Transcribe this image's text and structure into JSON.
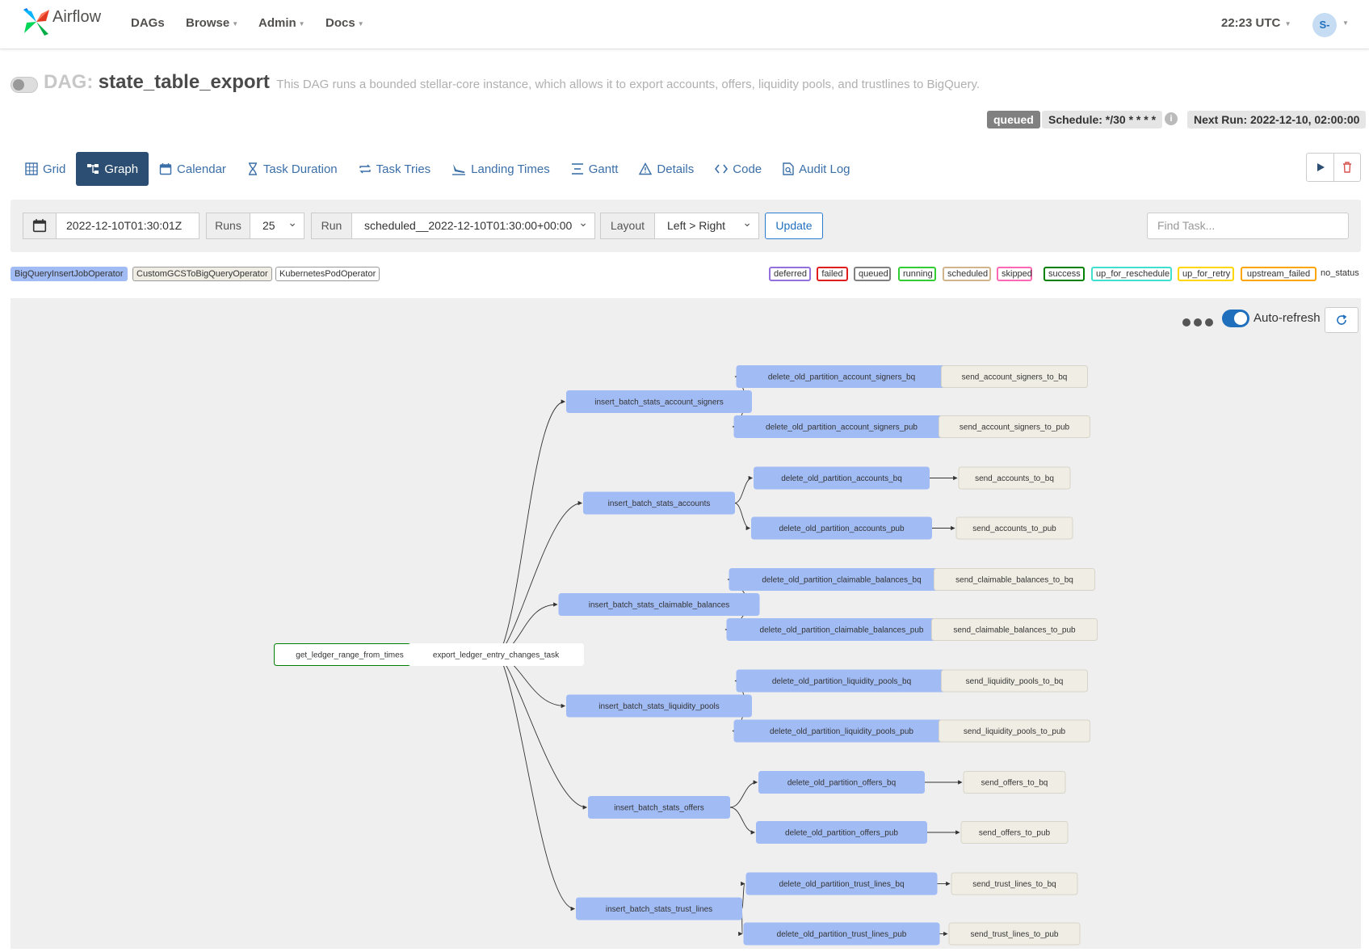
{
  "navbar": {
    "brand": "Airflow",
    "items": [
      "DAGs",
      "Browse",
      "Admin",
      "Docs"
    ],
    "time": "22:23 UTC",
    "user_initials": "S-"
  },
  "dag": {
    "label": "DAG:",
    "name": "state_table_export",
    "description": "This DAG runs a bounded stellar-core instance, which allows it to export accounts, offers, liquidity pools, and trustlines to BigQuery.",
    "state_badge": "queued",
    "schedule": "Schedule: */30 * * * *",
    "next_run": "Next Run: 2022-12-10, 02:00:00"
  },
  "tabs": [
    "Grid",
    "Graph",
    "Calendar",
    "Task Duration",
    "Task Tries",
    "Landing Times",
    "Gantt",
    "Details",
    "Code",
    "Audit Log"
  ],
  "filters": {
    "date": "2022-12-10T01:30:01Z",
    "runs_label": "Runs",
    "runs_value": "25",
    "run_label": "Run",
    "run_value": "scheduled__2022-12-10T01:30:00+00:00",
    "layout_label": "Layout",
    "layout_value": "Left > Right",
    "update_label": "Update",
    "search_placeholder": "Find Task..."
  },
  "operators": [
    "BigQueryInsertJobOperator",
    "CustomGCSToBigQueryOperator",
    "KubernetesPodOperator"
  ],
  "states": [
    {
      "label": "deferred",
      "color": "#9370db"
    },
    {
      "label": "failed",
      "color": "#e01e1e"
    },
    {
      "label": "queued",
      "color": "#808080"
    },
    {
      "label": "running",
      "color": "#32cd32"
    },
    {
      "label": "scheduled",
      "color": "#d2b48c"
    },
    {
      "label": "skipped",
      "color": "#ff69b4"
    },
    {
      "label": "success",
      "color": "#008000"
    },
    {
      "label": "up_for_reschedule",
      "color": "#40e0d0"
    },
    {
      "label": "up_for_retry",
      "color": "#ffd700"
    },
    {
      "label": "upstream_failed",
      "color": "#ffa500"
    }
  ],
  "no_status_label": "no_status",
  "graph": {
    "autorefresh_label": "Auto-refresh",
    "colors": {
      "bq": "#a1bbf5",
      "gcs": "#f0ede4",
      "k8s": "#ffffff",
      "success_border": "#008000"
    },
    "root": "get_ledger_range_from_times",
    "export": "export_ledger_entry_changes_task",
    "groups": [
      {
        "insert": "insert_batch_stats_account_signers",
        "del_bq": "delete_old_partition_account_signers_bq",
        "del_pub": "delete_old_partition_account_signers_pub",
        "send_bq": "send_account_signers_to_bq",
        "send_pub": "send_account_signers_to_pub"
      },
      {
        "insert": "insert_batch_stats_accounts",
        "del_bq": "delete_old_partition_accounts_bq",
        "del_pub": "delete_old_partition_accounts_pub",
        "send_bq": "send_accounts_to_bq",
        "send_pub": "send_accounts_to_pub"
      },
      {
        "insert": "insert_batch_stats_claimable_balances",
        "del_bq": "delete_old_partition_claimable_balances_bq",
        "del_pub": "delete_old_partition_claimable_balances_pub",
        "send_bq": "send_claimable_balances_to_bq",
        "send_pub": "send_claimable_balances_to_pub"
      },
      {
        "insert": "insert_batch_stats_liquidity_pools",
        "del_bq": "delete_old_partition_liquidity_pools_bq",
        "del_pub": "delete_old_partition_liquidity_pools_pub",
        "send_bq": "send_liquidity_pools_to_bq",
        "send_pub": "send_liquidity_pools_to_pub"
      },
      {
        "insert": "insert_batch_stats_offers",
        "del_bq": "delete_old_partition_offers_bq",
        "del_pub": "delete_old_partition_offers_pub",
        "send_bq": "send_offers_to_bq",
        "send_pub": "send_offers_to_pub"
      },
      {
        "insert": "insert_batch_stats_trust_lines",
        "del_bq": "delete_old_partition_trust_lines_bq",
        "del_pub": "delete_old_partition_trust_lines_pub",
        "send_bq": "send_trust_lines_to_bq",
        "send_pub": "send_trust_lines_to_pub"
      }
    ]
  }
}
